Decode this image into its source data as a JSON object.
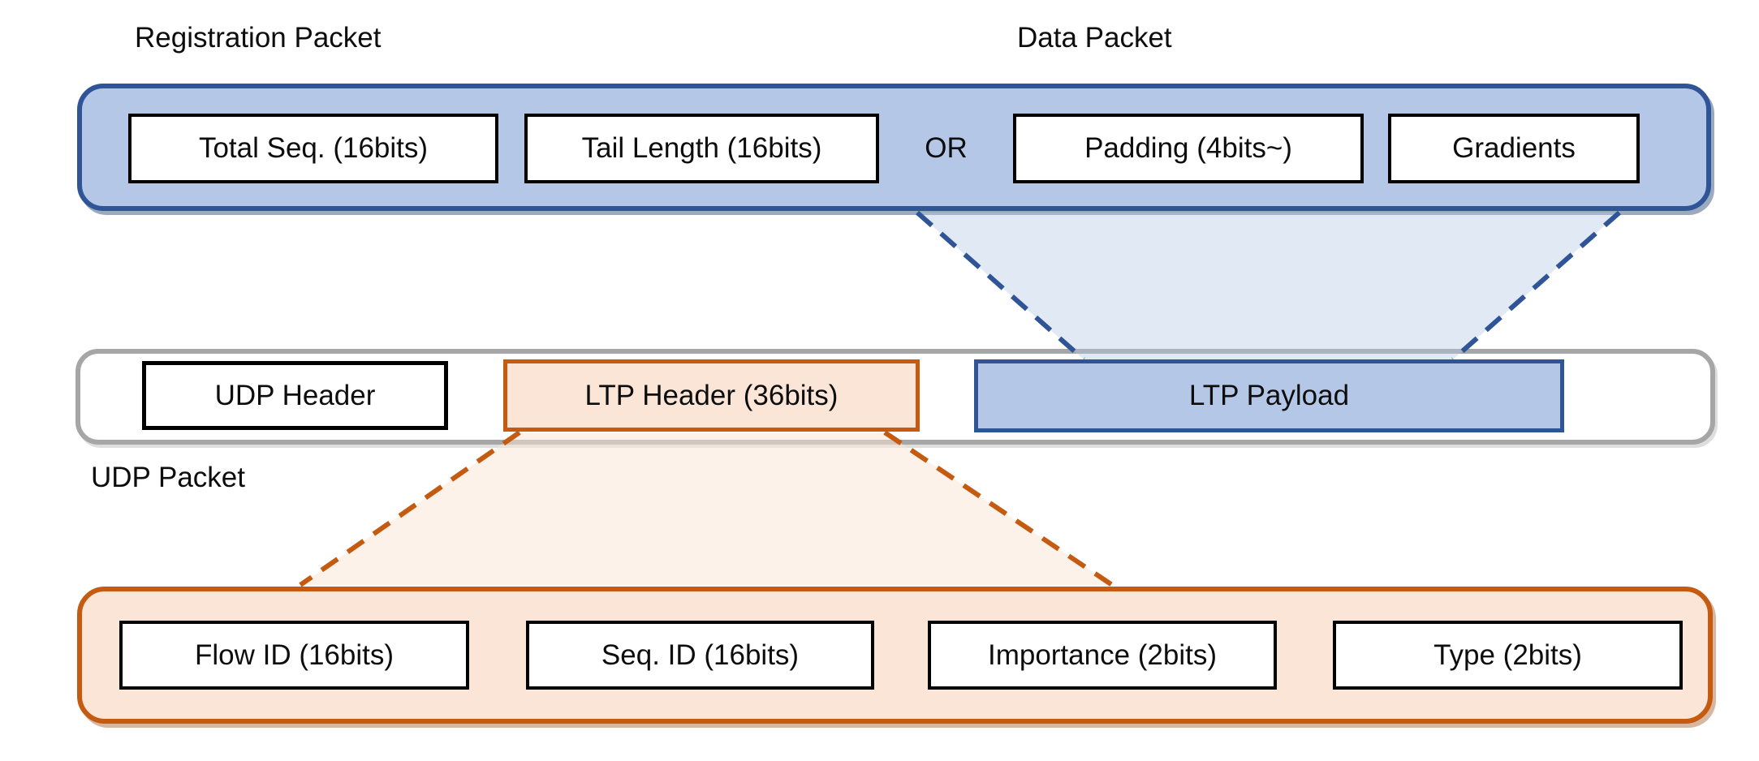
{
  "diagram_title_labels": {
    "registration_packet": "Registration Packet",
    "data_packet": "Data Packet",
    "udp_packet": "UDP Packet"
  },
  "top_packet_row": {
    "or_separator": "OR",
    "registration_fields": [
      {
        "label": "Total Seq. (16bits)"
      },
      {
        "label": "Tail Length (16bits)"
      }
    ],
    "data_fields": [
      {
        "label": "Padding (4bits~)"
      },
      {
        "label": "Gradients"
      }
    ]
  },
  "udp_packet_row": {
    "fields": [
      {
        "label": "UDP Header"
      },
      {
        "label": "LTP Header (36bits)"
      },
      {
        "label": "LTP Payload"
      }
    ]
  },
  "ltp_header_detail_row": {
    "fields": [
      {
        "label": "Flow ID (16bits)"
      },
      {
        "label": "Seq. ID (16bits)"
      },
      {
        "label": "Importance (2bits)"
      },
      {
        "label": "Type (2bits)"
      }
    ]
  },
  "connectors": [
    {
      "style": "dashed",
      "color": "#2F5597",
      "from": "ltp-payload",
      "to": "packet-variants-container"
    },
    {
      "style": "dashed",
      "color": "#C55A11",
      "from": "ltp-header",
      "to": "ltp-header-detail-container"
    }
  ],
  "colors": {
    "blue_fill": "#B4C7E7",
    "blue_border": "#2F5597",
    "blue_expansion_fill": "#E2E9F5",
    "orange_fill": "#FBE5D6",
    "orange_border": "#C55A11",
    "orange_expansion_fill": "#FDF3EB",
    "gray_border": "#A6A6A6",
    "field_border": "#000000",
    "text": "#0D0D0D"
  }
}
